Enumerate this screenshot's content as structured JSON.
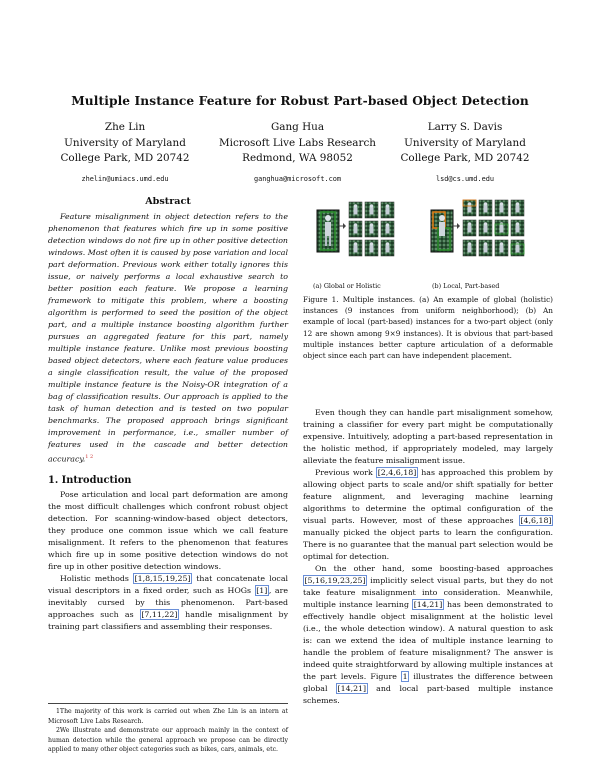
{
  "paper": {
    "title": "Multiple Instance Feature for Robust Part-based Object Detection",
    "authors": [
      {
        "name": "Zhe Lin",
        "affil": "University of Maryland",
        "addr": "College Park, MD 20742",
        "email": "zhelin@umiacs.umd.edu"
      },
      {
        "name": "Gang Hua",
        "affil": "Microsoft Live Labs Research",
        "addr": "Redmond, WA 98052",
        "email": "ganghua@microsoft.com"
      },
      {
        "name": "Larry S. Davis",
        "affil": "University of Maryland",
        "addr": "College Park, MD 20742",
        "email": "lsd@cs.umd.edu"
      }
    ]
  },
  "abstract": {
    "heading": "Abstract",
    "text": "Feature misalignment in object detection refers to the phenomenon that features which fire up in some positive detection windows do not fire up in other positive detection windows. Most often it is caused by pose variation and local part deformation. Previous work either totally ignores this issue, or naively performs a local exhaustive search to better position each feature. We propose a learning framework to mitigate this problem, where a boosting algorithm is performed to seed the position of the object part, and a multiple instance boosting algorithm further pursues an aggregated feature for this part, namely multiple instance feature. Unlike most previous boosting based object detectors, where each feature value produces a single classification result, the value of the proposed multiple instance feature is the Noisy-OR integration of a bag of classification results. Our approach is applied to the task of human detection and is tested on two popular benchmarks. The proposed approach brings significant improvement in performance, i.e., smaller number of features used in the cascade and better detection accuracy.",
    "footnote_marks": "1 2"
  },
  "intro": {
    "heading": "1. Introduction",
    "p1": "Pose articulation and local part deformation are among the most difficult challenges which confront robust object detection. For scanning-window-based object detectors, they produce one common issue which we call feature misalignment. It refers to the phenomenon that features which fire up in some positive detection windows do not fire up in other positive detection windows.",
    "p2_a": "Holistic methods ",
    "p2_ref1": "[1,8,15,19,25]",
    "p2_b": " that concatenate local visual descriptors in a fixed order, such as HOGs ",
    "p2_ref2": "[1]",
    "p2_c": ", are inevitably cursed by this phenomenon. Part-based approaches such as ",
    "p2_ref3": "[7,11,22]",
    "p2_d": " handle misalignment by training part classifiers and assembling their responses."
  },
  "footnotes": [
    "1The majority of this work is carried out when Zhe Lin is an intern at Microsoft Live Labs Research.",
    "2We illustrate and demonstrate our approach mainly in the context of human detection while the general approach we propose can be directly applied to many other object categories such as bikes, cars, animals, etc."
  ],
  "figure": {
    "sub_a": "(a) Global or Holistic",
    "sub_b": "(b) Local, Part-based",
    "caption": "Figure 1. Multiple instances. (a) An example of global (holistic) instances (9 instances from uniform neighborhood); (b) An example of local (part-based) instances for a two-part object (only 12 are shown among 9×9 instances). It is obvious that part-based multiple instances better capture articulation of a deformable object since each part can have independent placement."
  },
  "right_body": {
    "p1": "Even though they can handle part misalignment somehow, training a classifier for every part might be computationally expensive. Intuitively, adopting a part-based representation in the holistic method, if appropriately modeled, may largely alleviate the feature misalignment issue.",
    "p2_a": "Previous work ",
    "p2_ref1": "[2,4,6,18]",
    "p2_b": " has approached this problem by allowing object parts to scale and/or shift spatially for better feature alignment, and leveraging machine learning algorithms to determine the optimal configuration of the visual parts. However, most of these approaches ",
    "p2_ref2": "[4,6,18]",
    "p2_c": " manually picked the object parts to learn the configuration. There is no guarantee that the manual part selection would be optimal for detection.",
    "p3_a": "On the other hand, some boosting-based approaches ",
    "p3_ref1": "[5,16,19,23,25]",
    "p3_b": " implicitly select visual parts, but they do not take feature misalignment into consideration. Meanwhile, multiple instance learning ",
    "p3_ref2": "[14,21]",
    "p3_c": " has been demonstrated to effectively handle object misalignment at the holistic level (i.e., the whole detection window). A natural question to ask is: can we extend the idea of multiple instance learning to handle the problem of feature misalignment? The answer is indeed quite straightforward by allowing multiple instances at the part levels. Figure ",
    "p3_ref3": "1",
    "p3_d": " illustrates the difference between global ",
    "p3_ref4": "[14,21]",
    "p3_e": " and local part-based multiple instance schemes."
  }
}
